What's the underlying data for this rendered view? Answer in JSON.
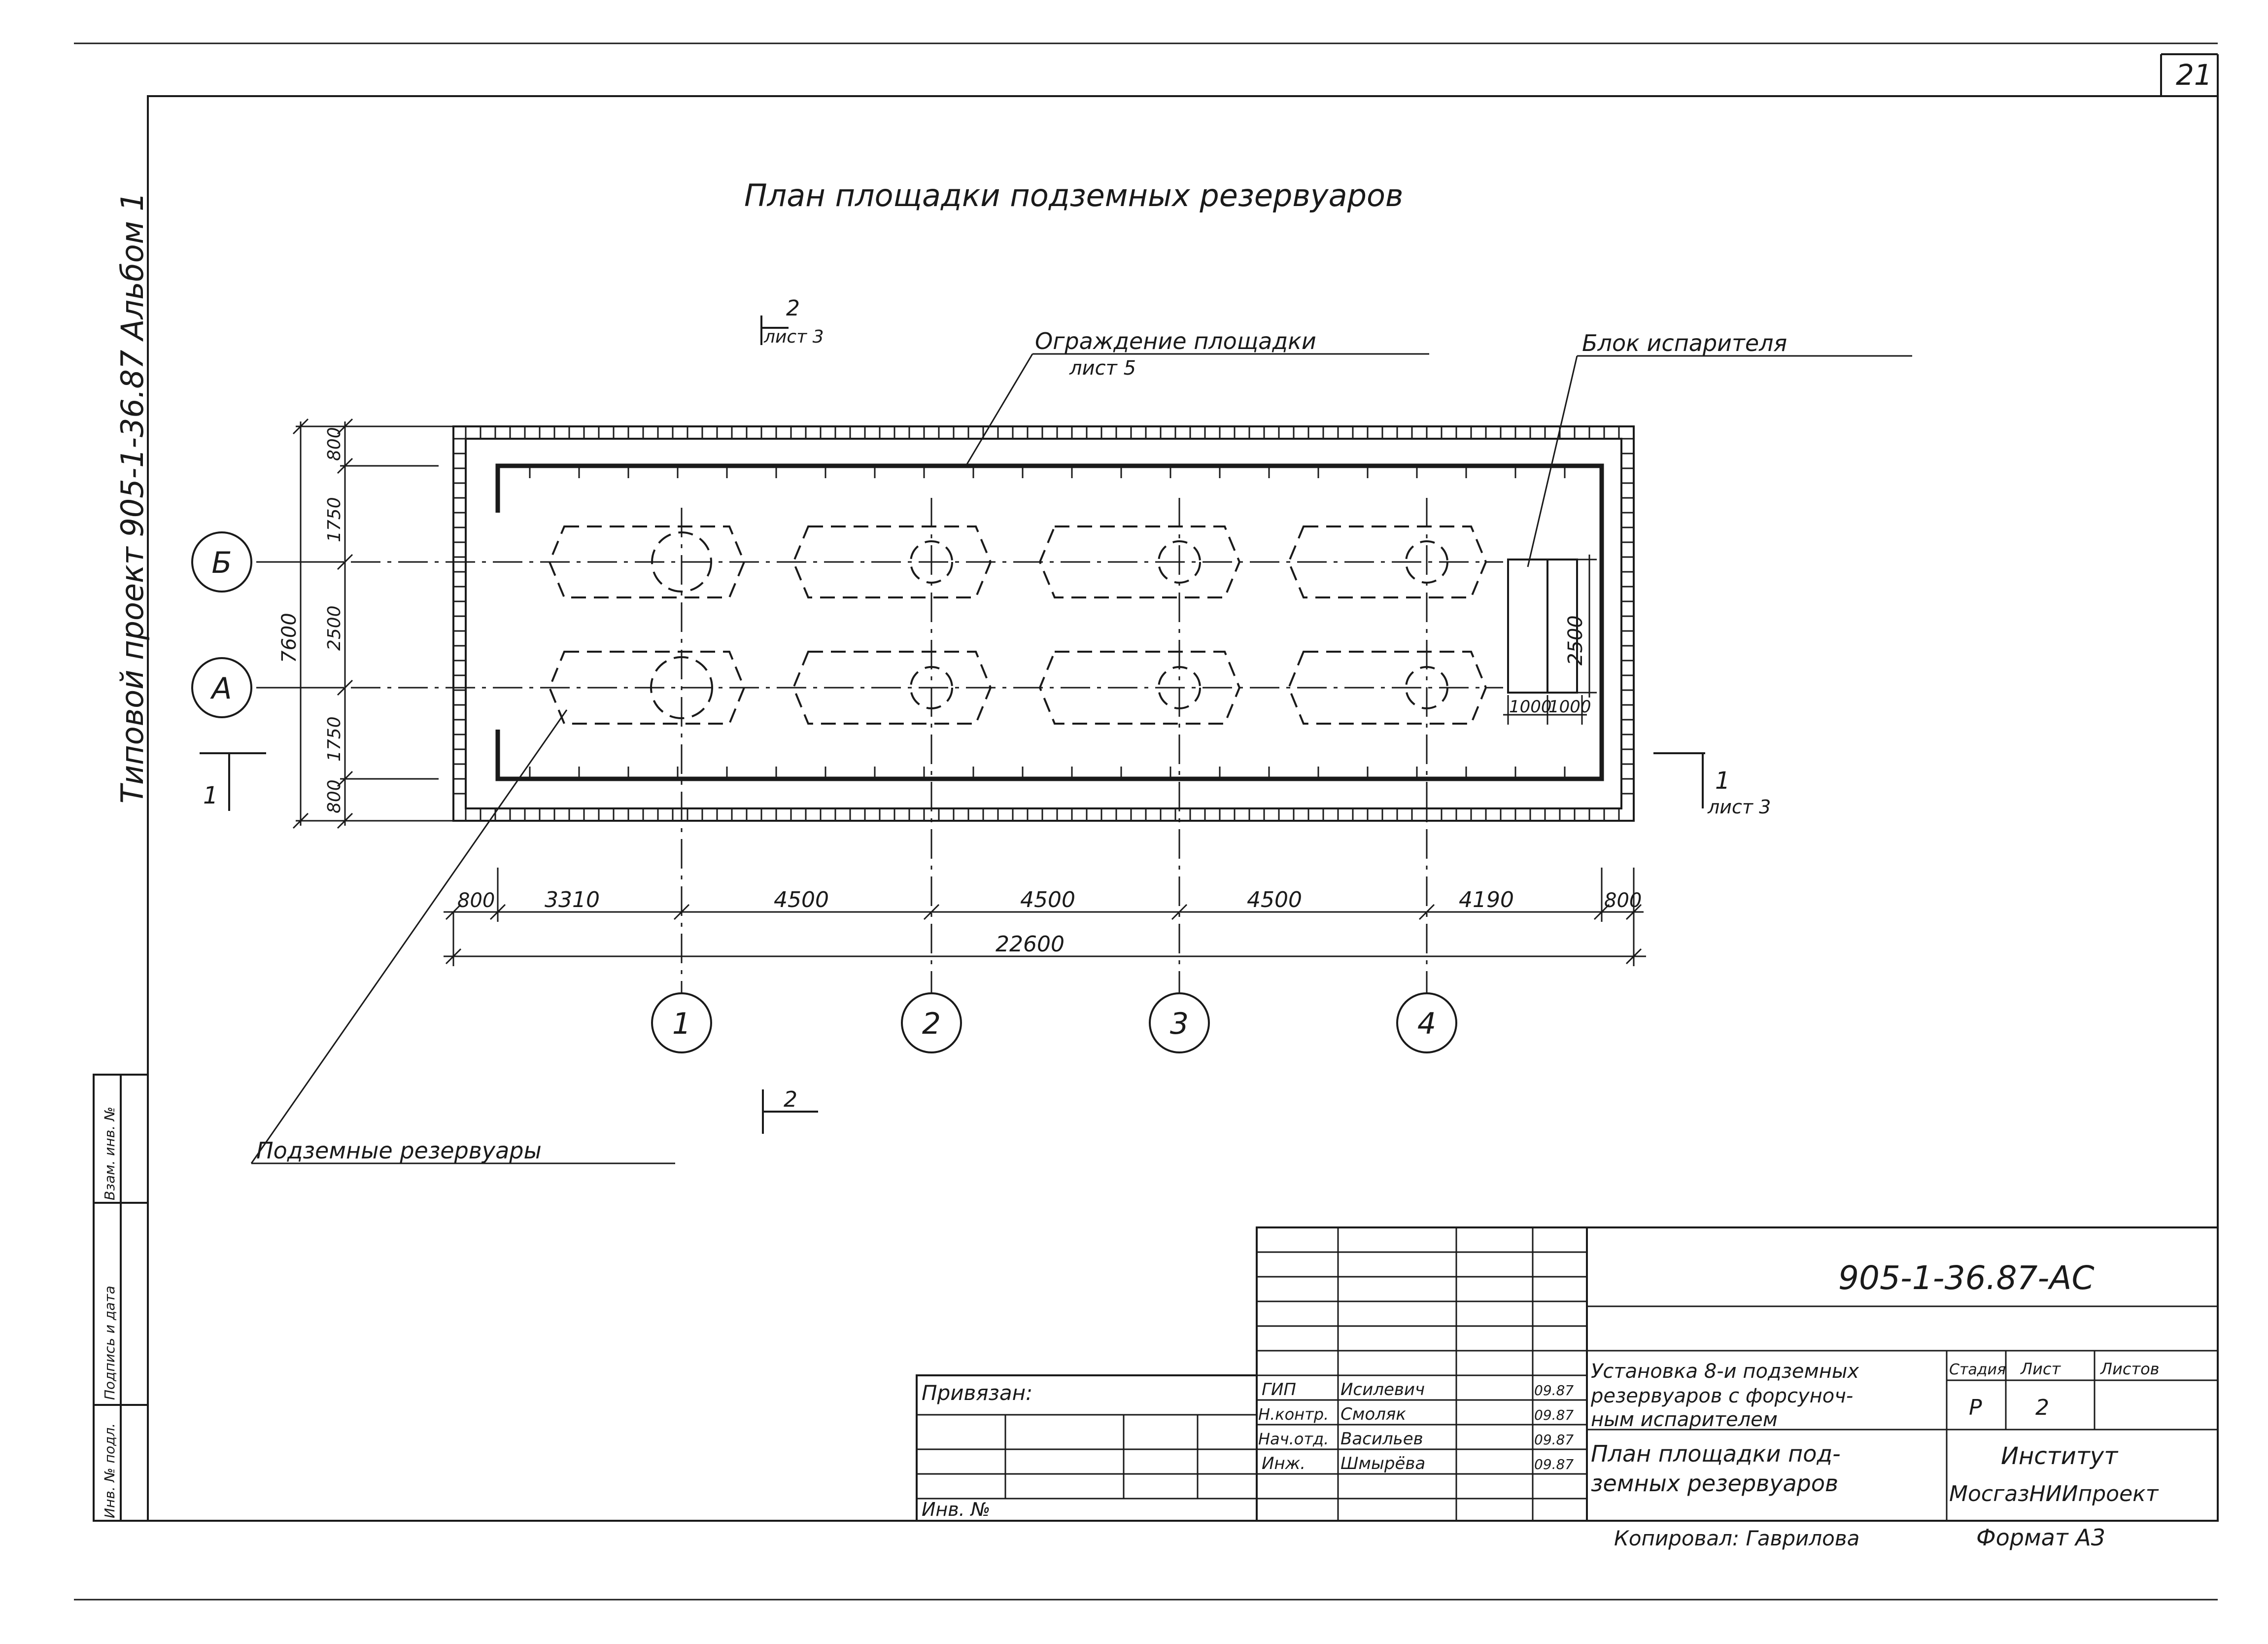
{
  "sheet_number": "21",
  "side_title": "Типовой проект 905-1-36.87 Альбом 1",
  "plan_title": "План площадки подземных резервуаров",
  "callouts": {
    "fence": "Ограждение площадки",
    "fence_ref": "лист 5",
    "evaporator": "Блок испарителя",
    "reservoirs": "Подземные резервуары"
  },
  "section_marks": {
    "top_2_num": "2",
    "top_2_sheet": "лист 3",
    "bottom_2_num": "2",
    "left_1_num": "1",
    "right_1_num": "1",
    "right_1_sheet": "лист 3"
  },
  "axes": {
    "rows": [
      "Б",
      "А"
    ],
    "cols": [
      "1",
      "2",
      "3",
      "4"
    ]
  },
  "dims_horizontal": [
    "800",
    "3310",
    "4500",
    "4500",
    "4500",
    "4190",
    "800"
  ],
  "dim_total": "22600",
  "dims_vertical": [
    "800",
    "1750",
    "2500",
    "1750",
    "800"
  ],
  "dim_total_vertical": "7600",
  "evaporator_dims": {
    "height": "2500",
    "w1": "1000",
    "w2": "1000"
  },
  "left_stamp": [
    "Инв. № подл.",
    "Подпись и дата",
    "Взам. инв. №"
  ],
  "title_block": {
    "code": "905-1-36.87-АС",
    "attached": "Привязан:",
    "inv": "Инв. №",
    "rows": [
      {
        "role": "ГИП",
        "name": "Исилевич",
        "date": "09.87"
      },
      {
        "role": "Н.контр.",
        "name": "Смоляк",
        "date": "09.87"
      },
      {
        "role": "Нач.отд.",
        "name": "Васильев",
        "date": "09.87"
      },
      {
        "role": "Инж.",
        "name": "Шмырёва",
        "date": "09.87"
      }
    ],
    "project_name_1": "Установка 8-и подземных",
    "project_name_2": "резервуаров с форсуноч-",
    "project_name_3": "ным испарителем",
    "sheet_name_1": "План площадки под-",
    "sheet_name_2": "земных резервуаров",
    "stage_label": "Стадия",
    "sheet_label": "Лист",
    "sheets_label": "Листов",
    "stage": "Р",
    "sheet": "2",
    "institute_1": "Институт",
    "institute_2": "МосгазНИИпроект"
  },
  "footer": {
    "copied": "Копировал: Гаврилова",
    "format": "Формат А3"
  }
}
